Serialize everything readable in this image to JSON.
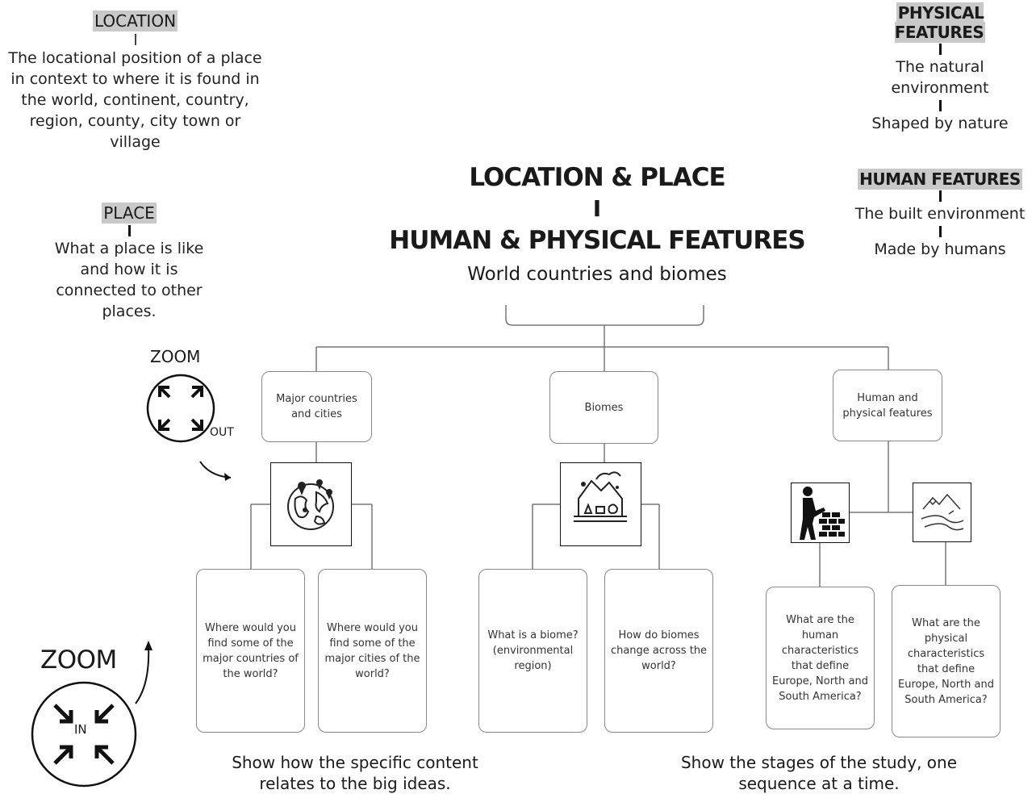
{
  "location": {
    "heading": "LOCATION",
    "text": "The locational position of a place in context to where it is found in the world, continent, country, region, county, city  town or village"
  },
  "place": {
    "heading": "PLACE",
    "text": "What a place is like and how it is connected to other places."
  },
  "physical_features": {
    "heading": "PHYSICAL FEATURES",
    "line1": "The natural environment",
    "line2": "Shaped by nature"
  },
  "human_features": {
    "heading": "HUMAN FEATURES",
    "line1": "The built environment",
    "line2": "Made by humans"
  },
  "title": {
    "line1": "LOCATION & PLACE",
    "separator": "I",
    "line2": "HUMAN & PHYSICAL FEATURES",
    "subtitle": "World countries and biomes"
  },
  "zoom_out": {
    "label": "ZOOM",
    "tag": "OUT"
  },
  "zoom_in": {
    "label": "ZOOM",
    "tag": "IN"
  },
  "topics": [
    {
      "label": "Major countries and cities",
      "icon": "globe-icon"
    },
    {
      "label": "Biomes",
      "icon": "landscape-icon"
    },
    {
      "label": "Human and physical features",
      "icon": "builder-icon"
    }
  ],
  "questions": [
    "Where would you find some of the major countries of the world?",
    "Where would you find some of the major cities of the world?",
    "What is a biome? (environmental region)",
    "How do biomes change across the world?",
    "What are the human characteristics that define Europe, North and South America?",
    "What are the physical characteristics that define Europe, North and South America?"
  ],
  "captions": {
    "left": "Show how the specific content relates to the big ideas.",
    "right": "Show the stages of the study, one sequence at a time."
  }
}
